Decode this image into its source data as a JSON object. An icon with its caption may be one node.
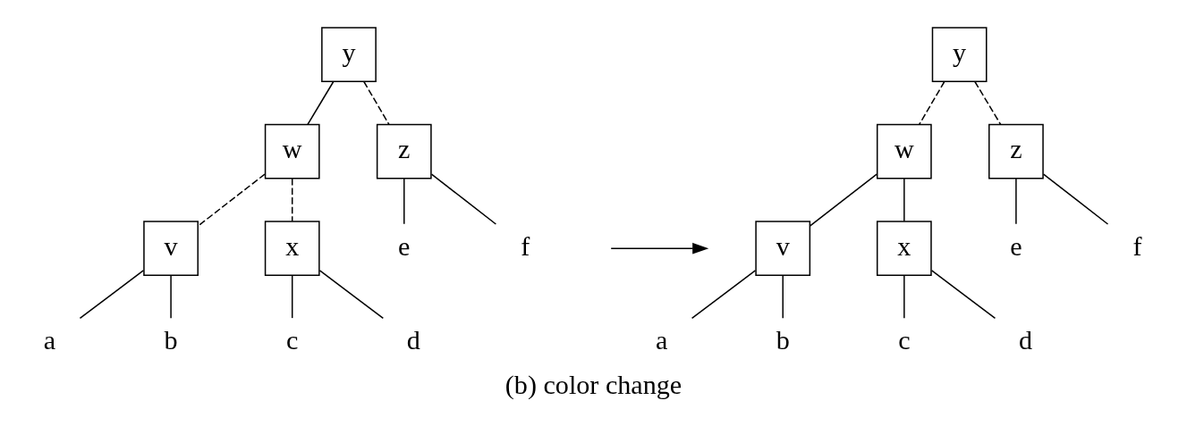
{
  "diagram": {
    "caption": "(b) color change",
    "nodes": [
      {
        "text": [
          "y"
        ]
      },
      {
        "text": [
          "w"
        ]
      },
      {
        "text": [
          "z"
        ]
      },
      {
        "text": [
          "v"
        ]
      },
      {
        "text": [
          "x"
        ]
      },
      {
        "text": [
          "a"
        ]
      },
      {
        "text": [
          "b"
        ]
      },
      {
        "text": [
          "c"
        ]
      },
      {
        "text": [
          "d"
        ]
      },
      {
        "text": [
          "e"
        ]
      },
      {
        "text": [
          "f"
        ]
      },
      {
        "text": [
          "y"
        ]
      },
      {
        "text": [
          "w"
        ]
      },
      {
        "text": [
          "z"
        ]
      },
      {
        "text": [
          "v"
        ]
      },
      {
        "text": [
          "x"
        ]
      },
      {
        "text": [
          "a"
        ]
      },
      {
        "text": [
          "b"
        ]
      },
      {
        "text": [
          "c"
        ]
      },
      {
        "text": [
          "d"
        ]
      },
      {
        "text": [
          "e"
        ]
      },
      {
        "text": [
          "f"
        ]
      }
    ],
    "edges": [
      {
        "from": 0,
        "to": 1,
        "arrow": "none"
      },
      {
        "from": 0,
        "to": 2,
        "arrow": "none",
        "style": "dashed"
      },
      {
        "from": 1,
        "to": 3,
        "arrow": "none",
        "style": "dashed"
      },
      {
        "from": 1,
        "to": 4,
        "arrow": "none",
        "style": "dashed"
      },
      {
        "from": 2,
        "to": 9,
        "arrow": "none"
      },
      {
        "from": 2,
        "to": 10,
        "arrow": "none"
      },
      {
        "from": 3,
        "to": 5,
        "arrow": "none"
      },
      {
        "from": 3,
        "to": 6,
        "arrow": "none"
      },
      {
        "from": 4,
        "to": 7,
        "arrow": "none"
      },
      {
        "from": 4,
        "to": 8,
        "arrow": "none"
      },
      {
        "from": 11,
        "to": 12,
        "arrow": "none",
        "style": "dashed"
      },
      {
        "from": 11,
        "to": 13,
        "arrow": "none",
        "style": "dashed"
      },
      {
        "from": 12,
        "to": 14,
        "arrow": "none"
      },
      {
        "from": 12,
        "to": 15,
        "arrow": "none"
      },
      {
        "from": 13,
        "to": 20,
        "arrow": "none"
      },
      {
        "from": 13,
        "to": 21,
        "arrow": "none"
      },
      {
        "from": 14,
        "to": 16,
        "arrow": "none"
      },
      {
        "from": 14,
        "to": 17,
        "arrow": "none"
      },
      {
        "from": 15,
        "to": 18,
        "arrow": "none"
      },
      {
        "from": 15,
        "to": 19,
        "arrow": "none"
      }
    ]
  }
}
